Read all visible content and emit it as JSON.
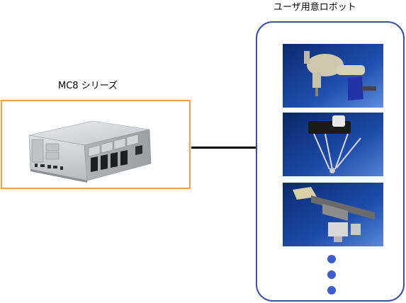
{
  "controller": {
    "label": "MC8 シリーズ"
  },
  "robots": {
    "label": "ユーザ用意ロボット",
    "items": [
      "scara-robot",
      "delta-robot",
      "cartesian-robot"
    ],
    "more_indicator_count": 3
  },
  "colors": {
    "controller_border": "#f5a048",
    "panel_border": "#3a4fa8",
    "dot": "#3f5bd0",
    "connector": "#000000"
  },
  "icons": {
    "controller": "controller-unit-icon",
    "scara": "scara-robot-icon",
    "delta": "delta-robot-icon",
    "cartesian": "cartesian-robot-icon",
    "more": "more-dots-icon"
  }
}
